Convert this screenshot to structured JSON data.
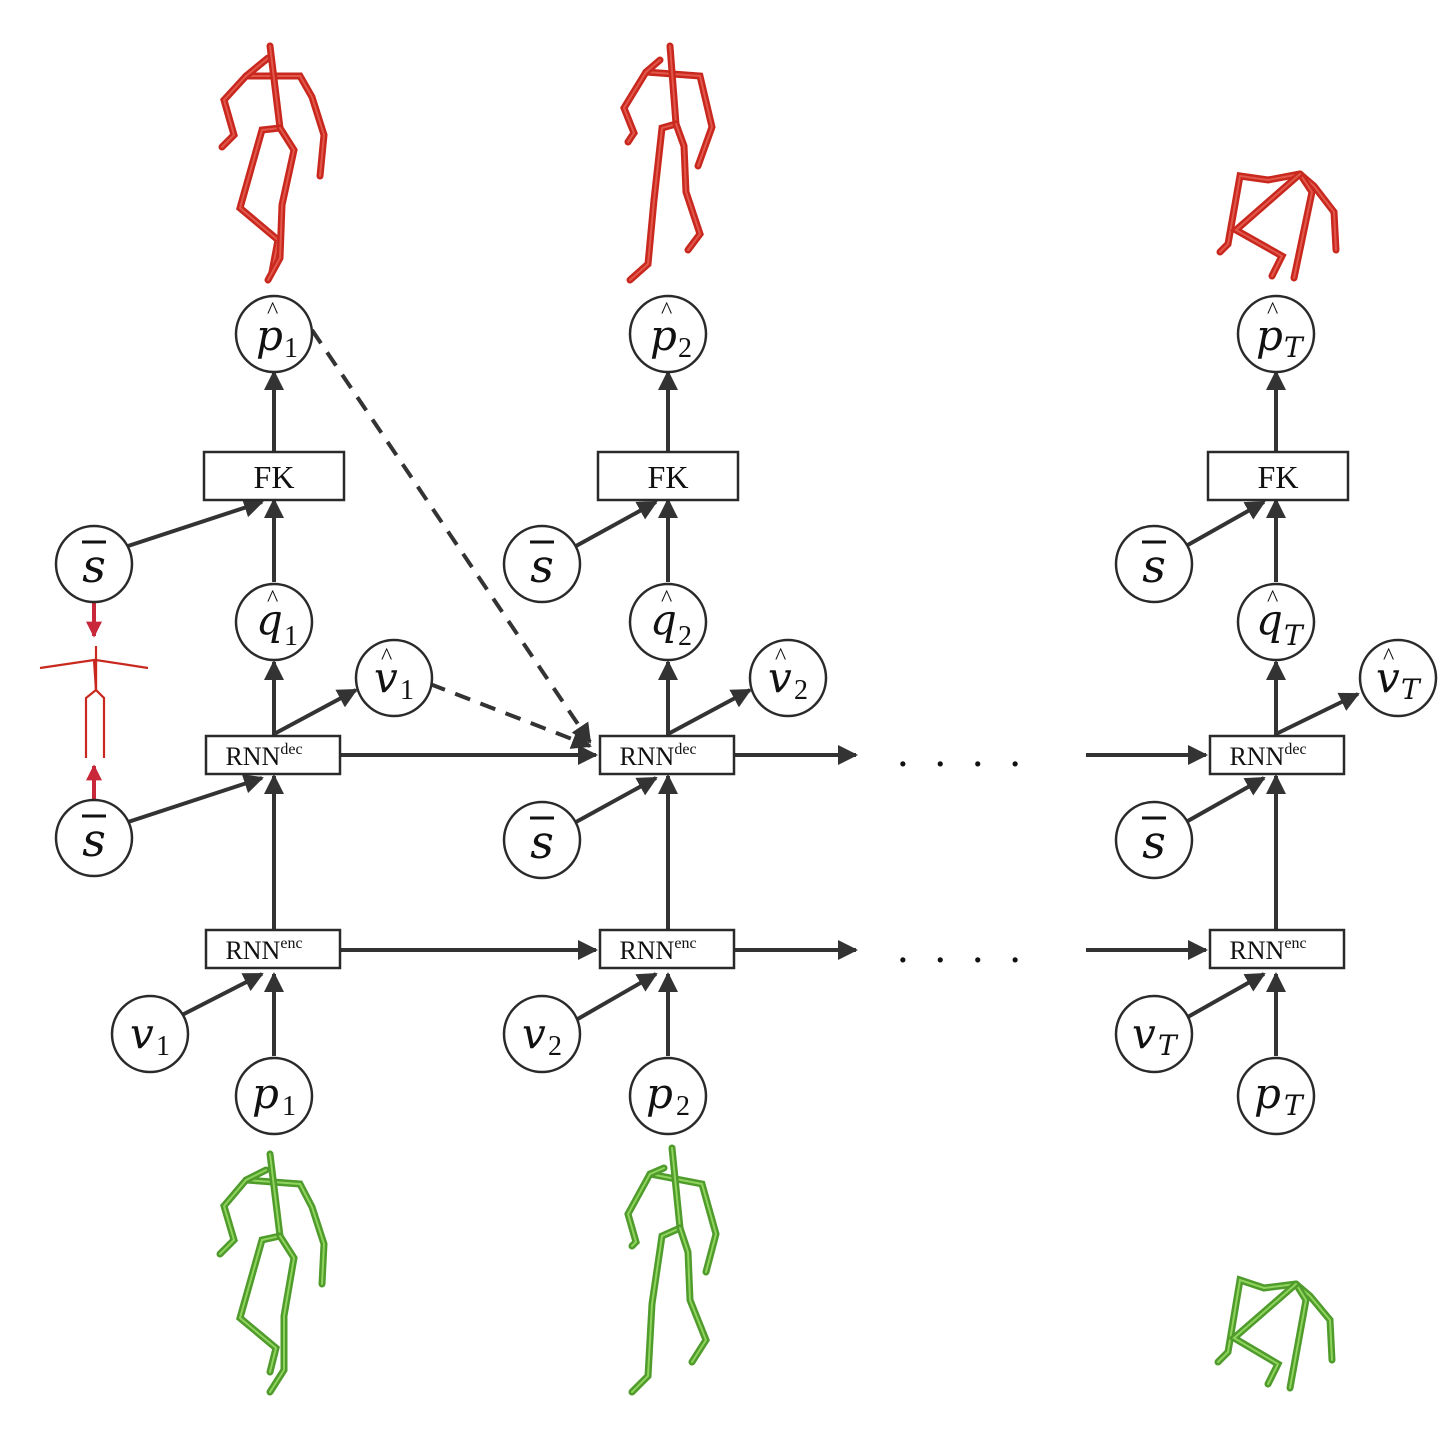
{
  "colors": {
    "line": "#333333",
    "predicted_skeleton": "#c8281e",
    "input_skeleton": "#4f9b2c",
    "retarget_arrow": "#c8283a"
  },
  "columns": [
    {
      "id": "t1",
      "p_hat_base": "p",
      "p_hat_sub": "1",
      "q_hat_base": "q",
      "q_hat_sub": "1",
      "v_hat_base": "v",
      "v_hat_sub": "1",
      "v_base": "v",
      "v_sub": "1",
      "p_base": "p",
      "p_sub": "1"
    },
    {
      "id": "t2",
      "p_hat_base": "p",
      "p_hat_sub": "2",
      "q_hat_base": "q",
      "q_hat_sub": "2",
      "v_hat_base": "v",
      "v_hat_sub": "2",
      "v_base": "v",
      "v_sub": "2",
      "p_base": "p",
      "p_sub": "2"
    },
    {
      "id": "tT",
      "p_hat_base": "p",
      "p_hat_sub": "T",
      "q_hat_base": "q",
      "q_hat_sub": "T",
      "v_hat_base": "v",
      "v_hat_sub": "T",
      "v_base": "v",
      "v_sub": "T",
      "p_base": "p",
      "p_sub": "T"
    }
  ],
  "labels": {
    "fk": "FK",
    "rnn": "RNN",
    "dec_sup": "dec",
    "enc_sup": "enc",
    "s_bar": "s",
    "ellipsis": ". . . ."
  },
  "icons": {
    "predicted_pose": "red-stick-figure",
    "input_pose": "green-stick-figure",
    "target_skeleton": "red-t-pose-skeleton"
  }
}
